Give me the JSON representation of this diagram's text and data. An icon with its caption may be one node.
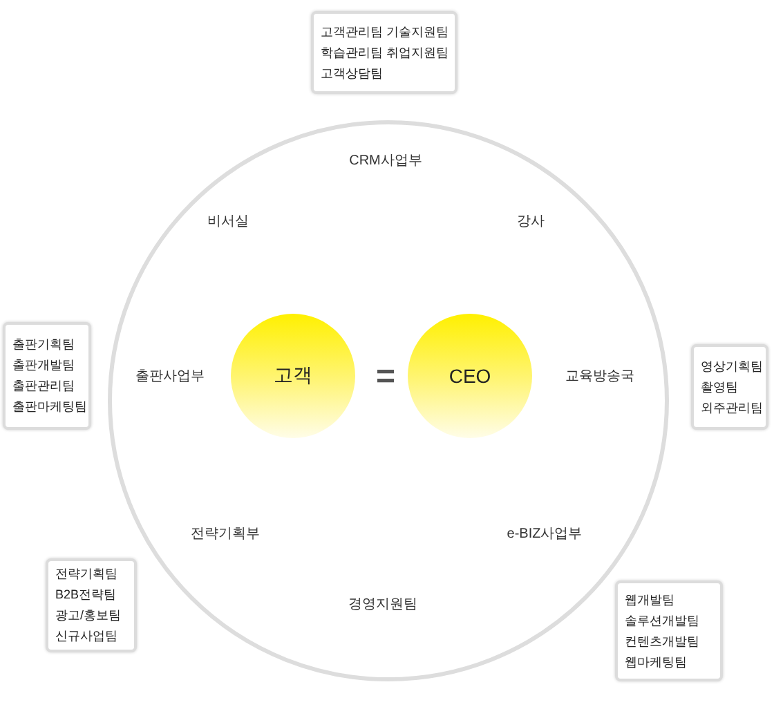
{
  "diagram": {
    "nodes": [
      {
        "text": [
          "고객관리팀 기술지원팀",
          "학습관리팀 취업지원팀",
          "고객상담팀"
        ]
      },
      {
        "text": [],
        "shape": "circle"
      },
      {
        "text": [
          "출판기획팀",
          "출판개발팀",
          "출판관리팀",
          "출판마케팅팀"
        ]
      },
      {
        "text": [
          "고객"
        ],
        "in": 1
      },
      {
        "text": [
          "CEO"
        ],
        "in": 1
      },
      {
        "text": [
          "영상기획팀",
          "촬영팀",
          "외주관리팀"
        ]
      },
      {
        "text": [
          "전략기획팀",
          "B2B전략팀",
          "광고/홍보팀",
          "신규사업팀"
        ]
      },
      {
        "text": [
          "웹개발팀",
          "솔루션개발팀",
          "컨텐츠개발팀",
          "웹마케팅팀"
        ]
      }
    ],
    "labels": [
      "CRM사업부",
      "비서실",
      "강사",
      "출판사업부",
      "=",
      "교육방송국",
      "전략기획부",
      "e-BIZ사업부",
      "경영지원팀"
    ]
  }
}
